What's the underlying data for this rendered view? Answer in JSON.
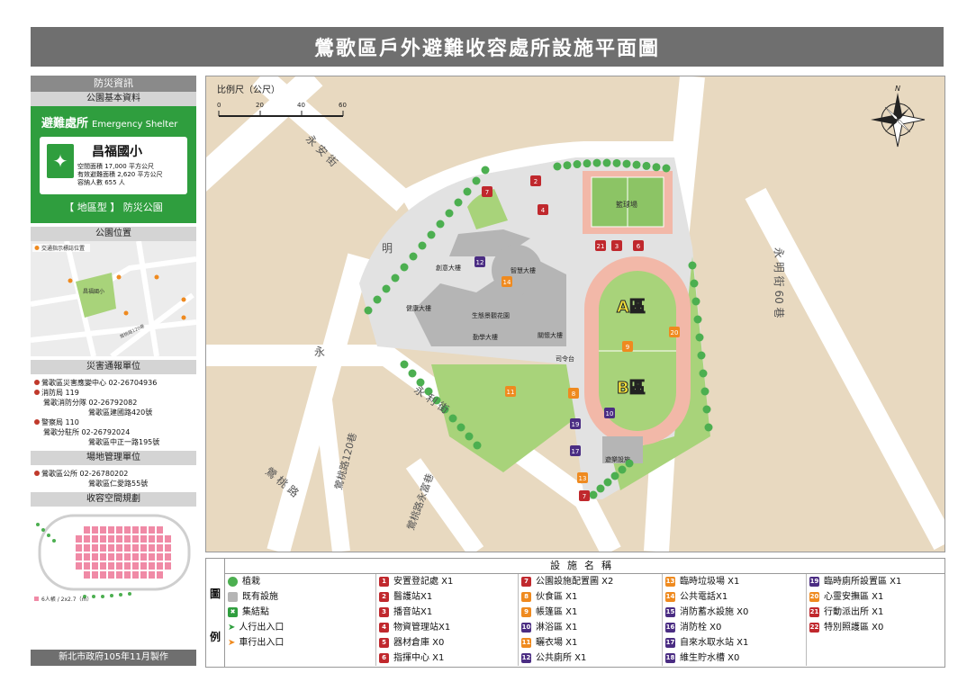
{
  "title": "鶯歌區戶外避難收容處所設施平面圖",
  "sidebar": {
    "disaster_info": "防災資訊",
    "park_basic": "公園基本資料",
    "shelter_label": "避難處所",
    "shelter_en": "Emergency Shelter",
    "school_name": "昌福國小",
    "space_area": "空間面積 17,000 平方公尺",
    "effective_area": "有效避難面積 2,620 平方公尺",
    "capacity": "容納人數   655 人",
    "park_type": "【 地區型 】 防災公園",
    "park_location": "公園位置",
    "minimap_legend": "交通指示標誌位置",
    "minimap_school": "昌福國小",
    "minimap_road": "鶯桃路120巷",
    "report_unit": "災害通報單位",
    "reports": [
      "鶯歌區災害應變中心  02-26704936",
      "消防局  119",
      "鶯歌消防分隊  02-26792082",
      "鶯歌區建國路420號",
      "警察局  110",
      "鶯歌分駐所  02-26792024",
      "鶯歌區中正一路195號"
    ],
    "manage_unit": "場地管理單位",
    "manage": [
      "鶯歌區公所  02-26780202",
      "鶯歌區仁愛路55號"
    ],
    "capacity_plan": "收容空間規劃",
    "tent_note": "6人帳 / 2x2.7（m）",
    "credit": "新北市政府105年11月製作"
  },
  "map": {
    "scale_title": "比例尺（公尺）",
    "scale_ticks": [
      "0",
      "20",
      "40",
      "60"
    ],
    "compass_n": "N",
    "streets": {
      "yongan": "永 安 街",
      "yongming_left": "明",
      "yong_left": "永",
      "yongli": "永 利 街",
      "yingtao_120": "鶯桃路120巷",
      "yingtao": "鶯 桃 路",
      "yingtao_yongfu": "鶯桃路永富巷",
      "yongming_right": "永 明 街 60 巷"
    },
    "buildings": {
      "chuangyi": "創意大樓",
      "zhihui": "智慧大樓",
      "jiankang": "健康大樓",
      "garden": "生態景觀花園",
      "qinxue": "勤學大樓",
      "guanhuai": "關懷大樓",
      "siling": "司令台",
      "basketball": "籃球場",
      "playground": "遊樂設施",
      "zone_a": "A區",
      "zone_b": "B區"
    }
  },
  "legend": {
    "header": "設施名稱",
    "side_top": "圖",
    "side_bottom": "例",
    "col1": [
      "植栽",
      "既有設施",
      "集結點",
      "人行出入口",
      "車行出入口"
    ],
    "items": [
      {
        "n": "1",
        "label": "安置登記處 X1",
        "color": "#c0282d"
      },
      {
        "n": "2",
        "label": "醫護站X1",
        "color": "#c0282d"
      },
      {
        "n": "3",
        "label": "播音站X1",
        "color": "#c0282d"
      },
      {
        "n": "4",
        "label": "物資管理站X1",
        "color": "#c0282d"
      },
      {
        "n": "5",
        "label": "器材倉庫 X0",
        "color": "#c0282d"
      },
      {
        "n": "6",
        "label": "指揮中心 X1",
        "color": "#c0282d"
      },
      {
        "n": "7",
        "label": "公園設施配置圖 X2",
        "color": "#c0282d"
      },
      {
        "n": "8",
        "label": "伙食區 X1",
        "color": "#ef8a1f"
      },
      {
        "n": "9",
        "label": "帳篷區 X1",
        "color": "#ef8a1f"
      },
      {
        "n": "10",
        "label": "淋浴區 X1",
        "color": "#4b2d83"
      },
      {
        "n": "11",
        "label": "曬衣場 X1",
        "color": "#ef8a1f"
      },
      {
        "n": "12",
        "label": "公共廁所 X1",
        "color": "#4b2d83"
      },
      {
        "n": "13",
        "label": "臨時垃圾場 X1",
        "color": "#ef8a1f"
      },
      {
        "n": "14",
        "label": "公共電話X1",
        "color": "#ef8a1f"
      },
      {
        "n": "15",
        "label": "消防蓄水設施 X0",
        "color": "#4b2d83"
      },
      {
        "n": "16",
        "label": "消防栓 X0",
        "color": "#4b2d83"
      },
      {
        "n": "17",
        "label": "自來水取水站 X1",
        "color": "#4b2d83"
      },
      {
        "n": "18",
        "label": "維生貯水槽 X0",
        "color": "#4b2d83"
      },
      {
        "n": "19",
        "label": "臨時廁所設置區 X1",
        "color": "#4b2d83"
      },
      {
        "n": "20",
        "label": "心靈安撫區 X1",
        "color": "#ef8a1f"
      },
      {
        "n": "21",
        "label": "行動派出所 X1",
        "color": "#c0282d"
      },
      {
        "n": "22",
        "label": "特別照護區 X0",
        "color": "#c0282d"
      }
    ]
  },
  "colors": {
    "title_bg": "#6f6f6f",
    "green": "#2f9e3e",
    "road": "#ffffff",
    "block": "#e8d9c0",
    "grass": "#a8d37a",
    "track": "#f2b8a8",
    "red": "#c0282d",
    "orange": "#ef8a1f",
    "purple": "#4b2d83"
  }
}
